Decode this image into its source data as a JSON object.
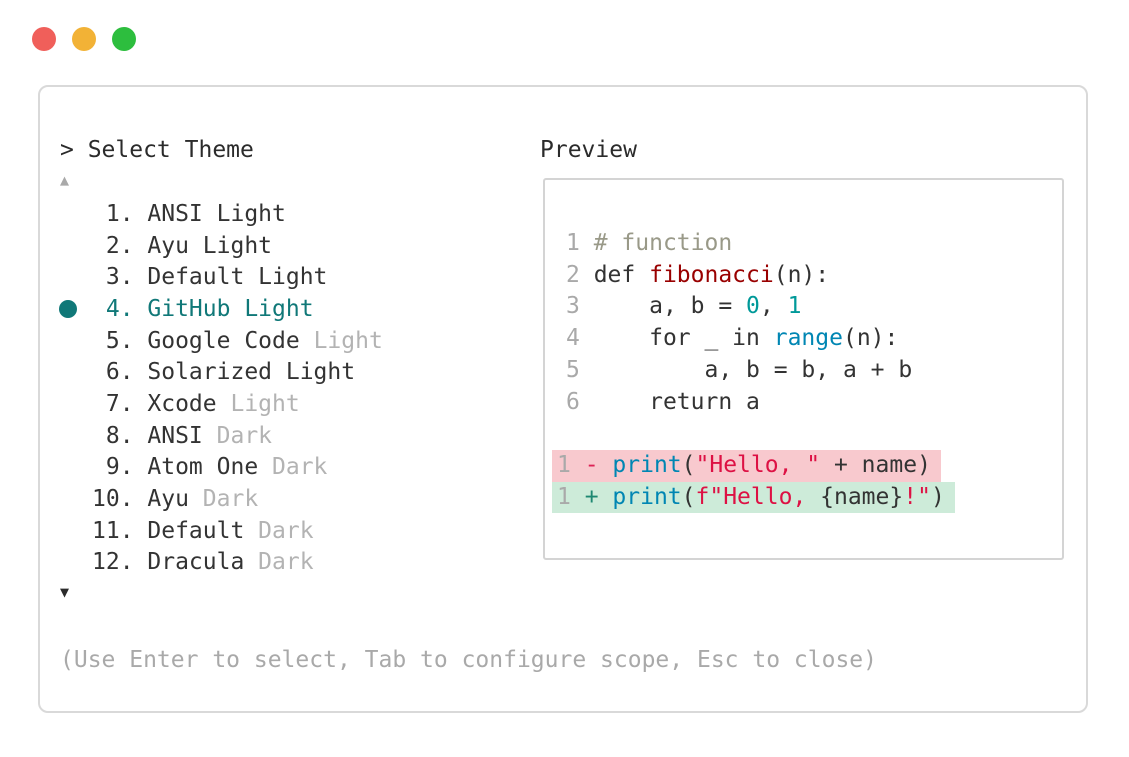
{
  "window": {
    "traffic_lights": [
      "close",
      "minimize",
      "zoom"
    ]
  },
  "theme_picker": {
    "prompt": "> Select Theme",
    "scroll_up_icon": "▲",
    "scroll_down_icon": "▼",
    "items": [
      {
        "number": "1",
        "name": "ANSI Light",
        "suffix": "",
        "selected": false
      },
      {
        "number": "2",
        "name": "Ayu Light",
        "suffix": "",
        "selected": false
      },
      {
        "number": "3",
        "name": "Default Light",
        "suffix": "",
        "selected": false
      },
      {
        "number": "4",
        "name": "GitHub Light",
        "suffix": "",
        "selected": true
      },
      {
        "number": "5",
        "name": "Google Code",
        "suffix": "Light",
        "selected": false
      },
      {
        "number": "6",
        "name": "Solarized Light",
        "suffix": "",
        "selected": false
      },
      {
        "number": "7",
        "name": "Xcode",
        "suffix": "Light",
        "selected": false
      },
      {
        "number": "8",
        "name": "ANSI",
        "suffix": "Dark",
        "selected": false
      },
      {
        "number": "9",
        "name": "Atom One",
        "suffix": "Dark",
        "selected": false
      },
      {
        "number": "10",
        "name": "Ayu",
        "suffix": "Dark",
        "selected": false
      },
      {
        "number": "11",
        "name": "Default",
        "suffix": "Dark",
        "selected": false
      },
      {
        "number": "12",
        "name": "Dracula",
        "suffix": "Dark",
        "selected": false
      }
    ],
    "footer_hint": "(Use Enter to select, Tab to configure scope, Esc to close)"
  },
  "preview": {
    "label": "Preview",
    "code_lines": [
      {
        "line_number": "1",
        "segments": [
          [
            "# function",
            "comment"
          ]
        ]
      },
      {
        "line_number": "2",
        "segments": [
          [
            "def ",
            "fg"
          ],
          [
            "fibonacci",
            "func"
          ],
          [
            "(n):",
            "fg"
          ]
        ]
      },
      {
        "line_number": "3",
        "segments": [
          [
            "    a, b = ",
            "fg"
          ],
          [
            "0",
            "num"
          ],
          [
            ", ",
            "fg"
          ],
          [
            "1",
            "num"
          ]
        ]
      },
      {
        "line_number": "4",
        "segments": [
          [
            "    for _ in ",
            "fg"
          ],
          [
            "range",
            "builtin"
          ],
          [
            "(n):",
            "fg"
          ]
        ]
      },
      {
        "line_number": "5",
        "segments": [
          [
            "        a, b = b, a + b",
            "fg"
          ]
        ]
      },
      {
        "line_number": "6",
        "segments": [
          [
            "    return a",
            "fg"
          ]
        ]
      }
    ],
    "diff_lines": [
      {
        "type": "del",
        "line_number": "1",
        "sign": "-",
        "segments": [
          [
            "print",
            "builtin"
          ],
          [
            "(",
            "fg"
          ],
          [
            "\"Hello, \"",
            "str"
          ],
          [
            " + name)",
            "fg"
          ]
        ]
      },
      {
        "type": "add",
        "line_number": "1",
        "sign": "+",
        "segments": [
          [
            "print",
            "builtin"
          ],
          [
            "(",
            "fg"
          ],
          [
            "f\"Hello, ",
            "str"
          ],
          [
            "{name}",
            "fg"
          ],
          [
            "!\"",
            "str"
          ],
          [
            ")",
            "fg"
          ]
        ]
      }
    ]
  },
  "colors": {
    "accent_teal": "#107878",
    "text_dark": "#333333",
    "text_gray": "#a9a9a9",
    "suffix_gray": "#b3b3b3",
    "comment": "#999988",
    "function_red": "#990000",
    "number_teal": "#009999",
    "builtin_blue": "#0086b3",
    "string_red": "#dd1144",
    "diff_del_bg": "#f8c9ce",
    "diff_add_bg": "#cdebd9",
    "diff_minus": "#dd2255",
    "diff_plus": "#1e8872",
    "traffic_red": "#f05f5a",
    "traffic_yellow": "#f2b236",
    "traffic_green": "#2dbe3e",
    "border": "#d9d9d9"
  }
}
